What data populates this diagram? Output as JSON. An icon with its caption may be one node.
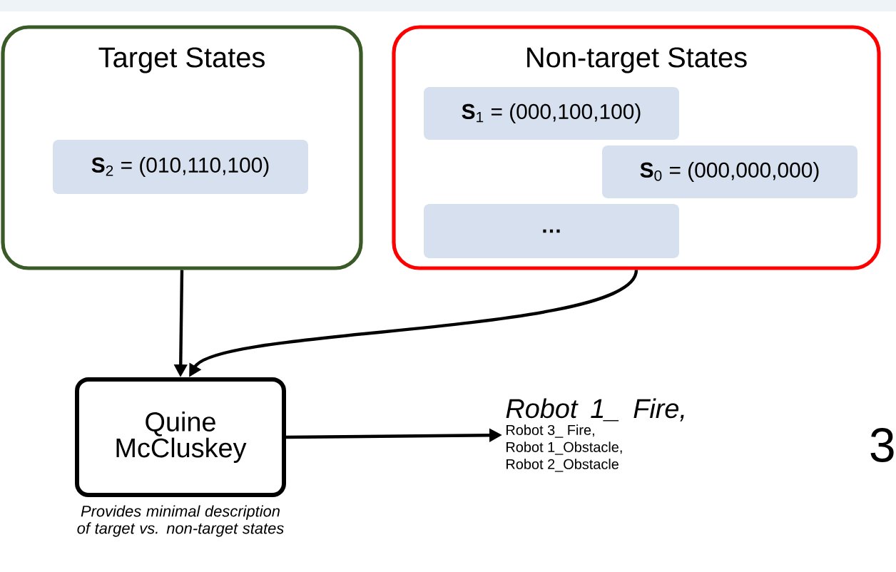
{
  "diagram": {
    "nodes": [
      {
        "text": [
          "Target States"
        ]
      },
      {
        "text": [
          "**S**$_{2}$ = (010,110,100)"
        ],
        "in": 0
      },
      {
        "text": [
          "Non-target States"
        ]
      },
      {
        "text": [
          "**S**$_{1}$ = (000,100,100)"
        ],
        "in": 2
      },
      {
        "text": [
          "**S**$_{0}$ = (000,000,000)"
        ],
        "in": 2
      },
      {
        "text": [
          "**…**"
        ],
        "in": 2
      },
      {
        "text": [
          "Quine McCluskey"
        ],
        "beside": [
          "Provides minimal description of target vs. non-target states"
        ]
      },
      {
        "text": [
          "Robot 1_ Fire,",
          "Robot 3_ Fire,",
          "Robot 1_Obstacle,",
          "Robot 2_Obstacle"
        ]
      }
    ],
    "edges": [
      {
        "from": 0,
        "to": 6,
        "arrow": "to"
      },
      {
        "from": 2,
        "to": 6,
        "arrow": "to"
      },
      {
        "from": 6,
        "to": 7,
        "arrow": "to"
      }
    ],
    "labels": [
      "3"
    ]
  }
}
